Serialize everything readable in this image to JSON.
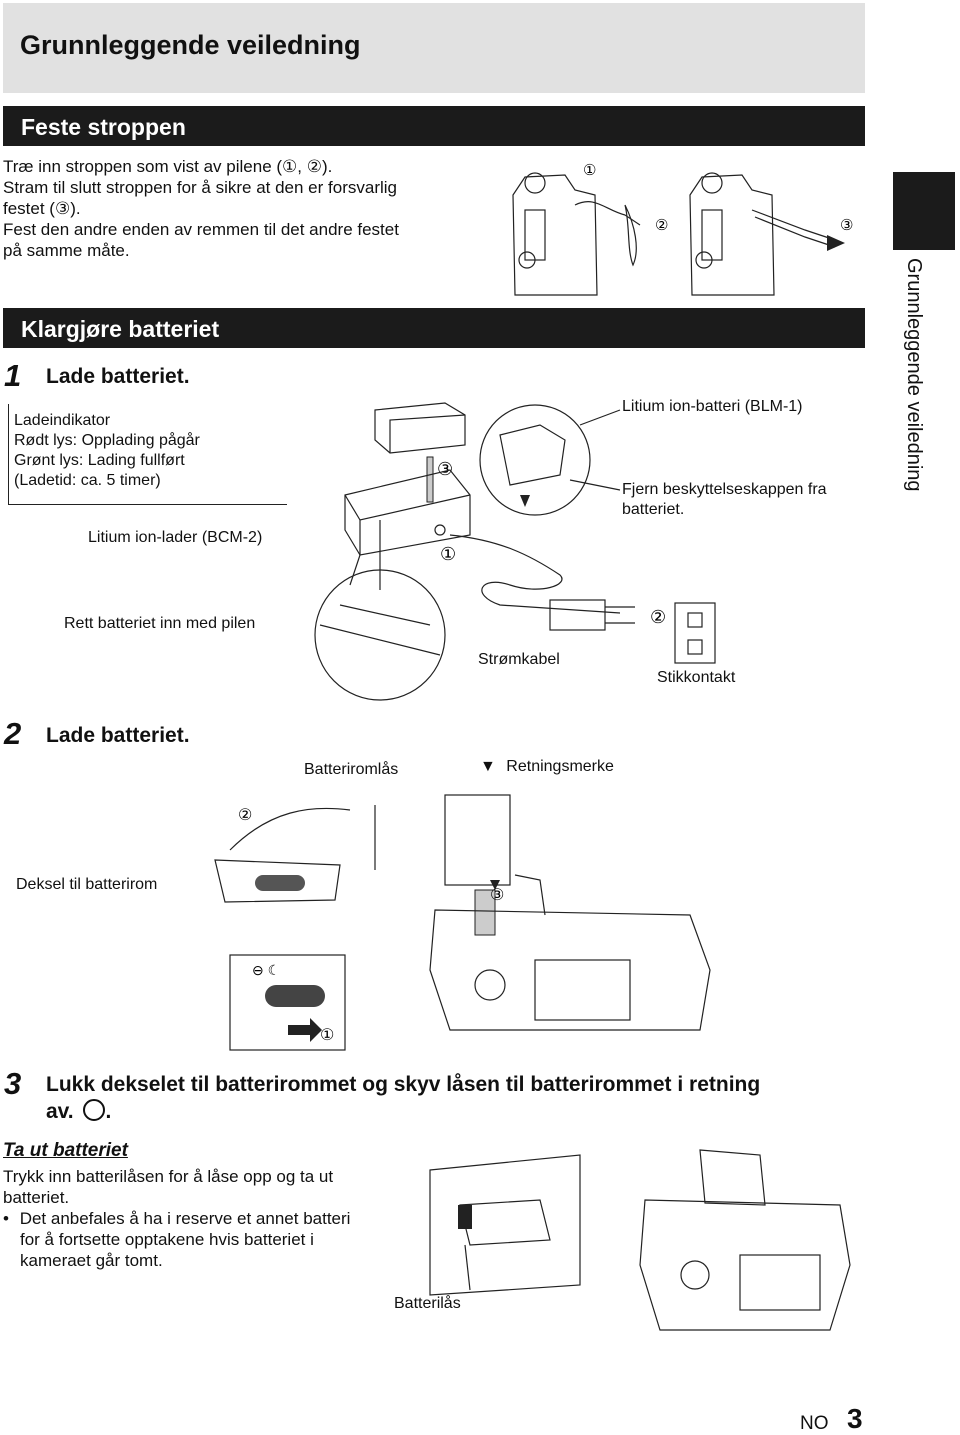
{
  "header": {
    "title": "Grunnleggende veiledning"
  },
  "section_strap": {
    "title": "Feste stroppen",
    "lines": [
      "Træ inn stroppen som vist av pilene (①, ②).",
      "Stram til slutt stroppen for å sikre at den er forsvarlig",
      "festet (③).",
      "Fest den andre enden av remmen til det andre festet",
      "på samme måte."
    ]
  },
  "section_battery": {
    "title": "Klargjøre batteriet",
    "step1": {
      "num": "1",
      "title": "Lade batteriet.",
      "indicator_lines": [
        "Ladeindikator",
        "Rødt lys: Opplading pågår",
        "Grønt lys: Lading fullført",
        "(Ladetid: ca. 5 timer)"
      ],
      "labels": {
        "charger": "Litium ion-lader (BCM-2)",
        "battery": "Litium ion-batteri (BLM-1)",
        "remove_cap_1": "Fjern beskyttelseskappen fra",
        "remove_cap_2": "batteriet.",
        "insert_arrow": "Rett batteriet inn med pilen",
        "power_cable": "Strømkabel",
        "outlet": "Stikkontakt"
      }
    },
    "step2": {
      "num": "2",
      "title": "Lade batteriet.",
      "labels": {
        "battery_lock": "Batteriromlås",
        "direction_mark": "Retningsmerke",
        "cover": "Deksel til batterirom"
      }
    },
    "step3": {
      "num": "3",
      "title_line1": "Lukk dekselet til batterirommet og skyv låsen til batterirommet i retning",
      "title_line2": "av."
    }
  },
  "remove_battery": {
    "title": "Ta ut batteriet",
    "lines": [
      "Trykk inn batterilåsen for å låse opp og ta ut",
      "batteriet."
    ],
    "bullet_lines": [
      "Det anbefales å ha i reserve et annet batteri",
      "for å fortsette opptakene hvis batteriet i",
      "kameraet går tomt."
    ],
    "label_lock": "Batterilås"
  },
  "markers": {
    "one": "①",
    "two": "②",
    "three": "③",
    "bullet": "•",
    "triangle": "▼"
  },
  "side_tab": {
    "text": "Grunnleggende veiledning"
  },
  "footer": {
    "lang": "NO",
    "page": "3"
  }
}
